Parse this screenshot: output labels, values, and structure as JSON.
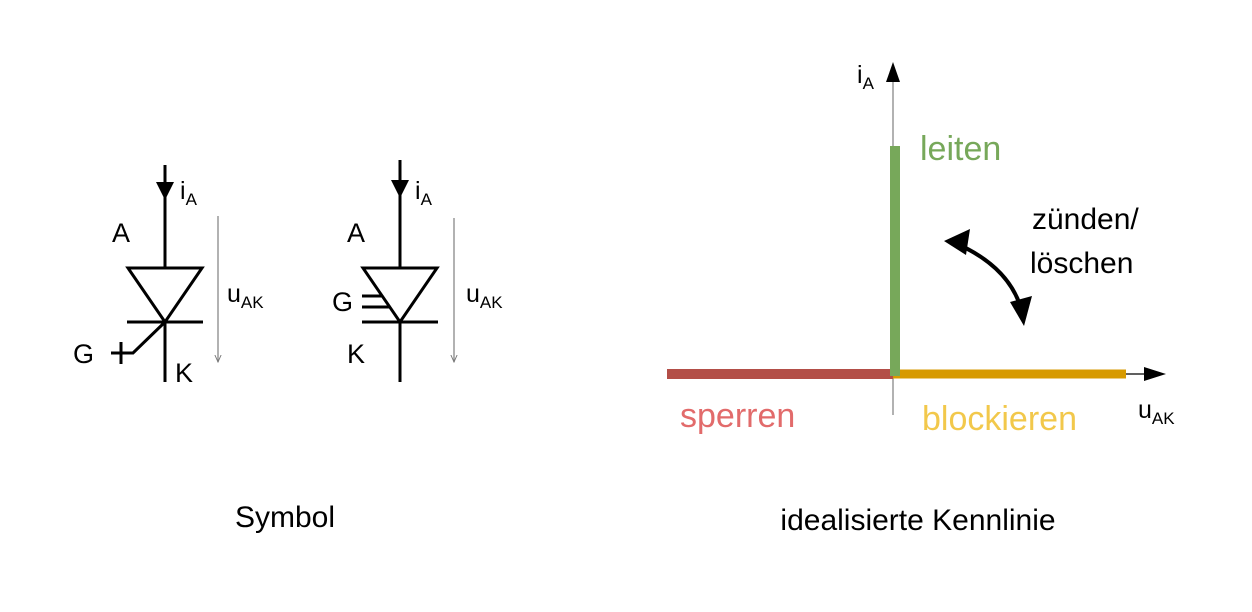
{
  "symbols": {
    "caption": "Symbol",
    "thyristor_p_gate": {
      "current": {
        "main": "i",
        "sub": "A"
      },
      "anode": "A",
      "cathode": "K",
      "gate": "G",
      "voltage": {
        "main": "u",
        "sub": "AK"
      }
    },
    "thyristor_gto": {
      "current": {
        "main": "i",
        "sub": "A"
      },
      "anode": "A",
      "cathode": "K",
      "gate": "G",
      "voltage": {
        "main": "u",
        "sub": "AK"
      }
    }
  },
  "characteristic": {
    "caption": "idealisierte Kennlinie",
    "y_axis": {
      "main": "i",
      "sub": "A"
    },
    "x_axis": {
      "main": "u",
      "sub": "AK"
    },
    "states": {
      "leiten": {
        "label": "leiten",
        "color": "#77a85a"
      },
      "sperren": {
        "label": "sperren",
        "color": "#e26b6b",
        "line_color": "#b34e47"
      },
      "blockieren": {
        "label": "blockieren",
        "color": "#f2c84b",
        "line_color": "#d79a00"
      }
    },
    "transition": {
      "line1": "zünden/",
      "line2": "löschen"
    }
  }
}
